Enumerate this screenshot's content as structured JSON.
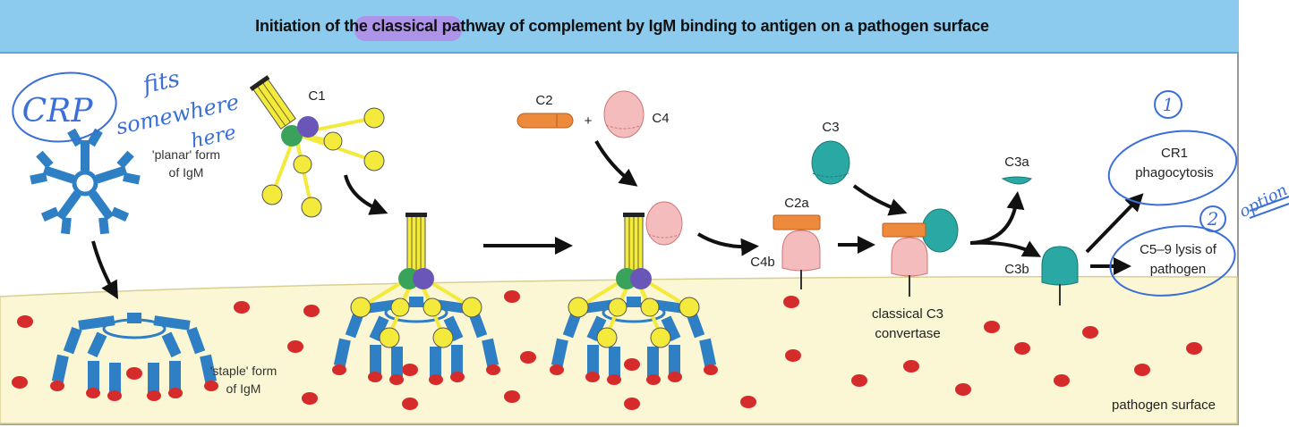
{
  "title": {
    "text": "Initiation of the classical pathway of complement by IgM binding to antigen on a pathogen surface"
  },
  "labels": {
    "c1": "C1",
    "c2": "C2",
    "plus": "+",
    "c4": "C4",
    "c3": "C3",
    "c2a": "C2a",
    "c4b": "C4b",
    "c3a": "C3a",
    "c3b": "C3b",
    "planar_line1": "'planar' form",
    "planar_line2": "of IgM",
    "staple_line1": "'staple' form",
    "staple_line2": "of IgM",
    "convertase_line1": "classical C3",
    "convertase_line2": "convertase",
    "cr1_line1": "CR1",
    "cr1_line2": "phagocytosis",
    "lysis_line1": "C5–9 lysis of",
    "lysis_line2": "pathogen",
    "pathogen_surface": "pathogen surface"
  },
  "annotations": {
    "crp": "CRP",
    "fits_line1": "fits",
    "fits_line2": "somewhere",
    "fits_line3": "here",
    "circled_1": "1",
    "circled_2": "2",
    "option": "option"
  },
  "colors": {
    "title_bar": "#8ccaee",
    "surface": "#fbf6d4",
    "igm_blue": "#2f7fc4",
    "c1_yellow": "#f4ea3c",
    "c1_green": "#3aa35b",
    "c1_purple": "#6a56b8",
    "c2_orange": "#ee8a3b",
    "c4_pink": "#f4bcbc",
    "c3_teal": "#2aa9a4",
    "antigen_red": "#d62b2b",
    "ink_blue": "#3b6fd8"
  }
}
